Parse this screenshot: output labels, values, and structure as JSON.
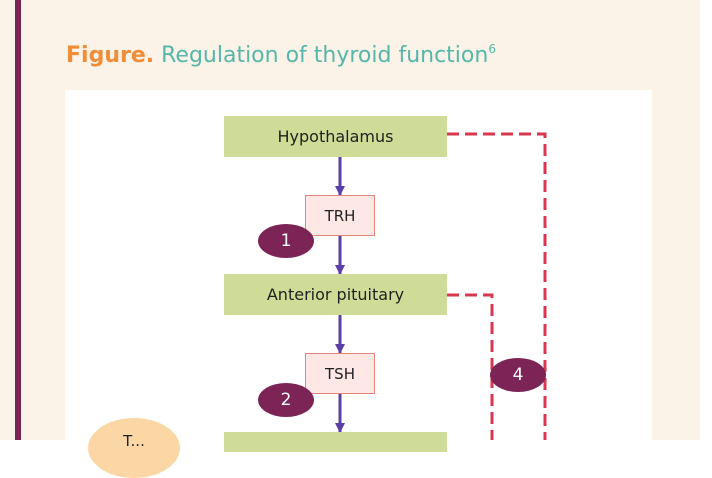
{
  "figure": {
    "label": "Figure.",
    "title": "Regulation of thyroid function",
    "ref": "6"
  },
  "nodes": {
    "hypothalamus": "Hypothalamus",
    "trh": "TRH",
    "anterior_pituitary": "Anterior pituitary",
    "tsh": "TSH",
    "partial_left": "T..."
  },
  "badges": {
    "one": "1",
    "two": "2",
    "four": "4"
  },
  "colors": {
    "rule": "#7d2457",
    "title_label": "#ef8d39",
    "title_text": "#55b6a9",
    "green_box": "#cfdc97",
    "pink_box": "#fde8e6",
    "stimulation_arrow": "#5b3ea6",
    "feedback_dashed": "#d9364f",
    "peach": "#fbd7a6"
  }
}
